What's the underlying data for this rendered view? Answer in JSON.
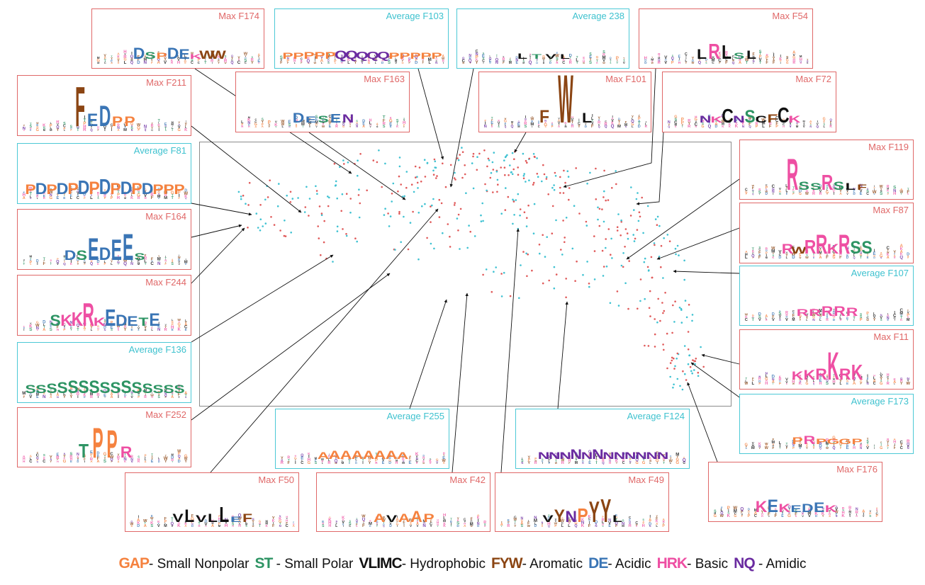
{
  "colors": {
    "max_border": "#e06868",
    "average_border": "#4cc9d6",
    "max_dot": "#e05a5a",
    "average_dot": "#3fc2d2",
    "arrow": "#111111"
  },
  "residue_colors": {
    "G": "#f5823f",
    "A": "#f5823f",
    "P": "#f5823f",
    "S": "#2e9464",
    "T": "#2e9464",
    "V": "#111111",
    "L": "#111111",
    "I": "#111111",
    "M": "#111111",
    "C": "#111111",
    "F": "#8b4513",
    "Y": "#8b4513",
    "W": "#8b4513",
    "D": "#3a75b5",
    "E": "#3a75b5",
    "H": "#ee4fa3",
    "R": "#ee4fa3",
    "K": "#ee4fa3",
    "N": "#6a2ba0",
    "Q": "#6a2ba0"
  },
  "panels": [
    {
      "id": "max-f174",
      "kind": "max",
      "label": "Max F174",
      "big": [
        "D",
        "S",
        "P",
        "D",
        "E",
        "K",
        "W",
        "W"
      ]
    },
    {
      "id": "average-f103",
      "kind": "average",
      "label": "Average F103",
      "big": [
        "P",
        "P",
        "P",
        "P",
        "P",
        "Q",
        "Q",
        "Q",
        "Q",
        "Q",
        "P",
        "P",
        "P",
        "P",
        "P"
      ]
    },
    {
      "id": "average-238",
      "kind": "average",
      "label": "Average 238",
      "big": [
        "L",
        "T",
        "V",
        "L"
      ]
    },
    {
      "id": "max-f54",
      "kind": "max",
      "label": "Max F54",
      "big": [
        "L",
        "R",
        "L",
        "S",
        "L"
      ]
    },
    {
      "id": "max-f211",
      "kind": "max",
      "label": "Max F211",
      "big": [
        "F",
        "E",
        "D",
        "P",
        "P"
      ]
    },
    {
      "id": "max-f163",
      "kind": "max",
      "label": "Max F163",
      "big": [
        "D",
        "E",
        "S",
        "E",
        "N"
      ]
    },
    {
      "id": "max-f101",
      "kind": "max",
      "label": "Max F101",
      "big": [
        "F",
        "W",
        "L"
      ]
    },
    {
      "id": "max-f72",
      "kind": "max",
      "label": "Max F72",
      "big": [
        "N",
        "K",
        "C",
        "N",
        "S",
        "C",
        "F",
        "C",
        "K"
      ]
    },
    {
      "id": "average-f81",
      "kind": "average",
      "label": "Average F81",
      "big": [
        "P",
        "D",
        "P",
        "D",
        "P",
        "D",
        "P",
        "D",
        "P",
        "D",
        "P",
        "D",
        "P",
        "P",
        "P"
      ]
    },
    {
      "id": "max-f119",
      "kind": "max",
      "label": "Max F119",
      "big": [
        "R",
        "S",
        "S",
        "R",
        "S",
        "L",
        "F"
      ]
    },
    {
      "id": "max-f164",
      "kind": "max",
      "label": "Max F164",
      "big": [
        "D",
        "S",
        "E",
        "D",
        "E",
        "E",
        "S"
      ]
    },
    {
      "id": "max-f87",
      "kind": "max",
      "label": "Max F87",
      "big": [
        "R",
        "W",
        "R",
        "R",
        "K",
        "R",
        "S",
        "S"
      ]
    },
    {
      "id": "max-f244",
      "kind": "max",
      "label": "Max F244",
      "big": [
        "S",
        "K",
        "K",
        "R",
        "K",
        "E",
        "D",
        "E",
        "T",
        "E"
      ]
    },
    {
      "id": "average-f107",
      "kind": "average",
      "label": "Average F107",
      "big": [
        "R",
        "R",
        "R",
        "R",
        "R"
      ]
    },
    {
      "id": "average-f136",
      "kind": "average",
      "label": "Average F136",
      "big": [
        "S",
        "S",
        "S",
        "S",
        "S",
        "S",
        "S",
        "S",
        "S",
        "S",
        "S",
        "S",
        "S",
        "S",
        "S"
      ]
    },
    {
      "id": "max-f11",
      "kind": "max",
      "label": "Max F11",
      "big": [
        "K",
        "K",
        "R",
        "K",
        "R",
        "K"
      ]
    },
    {
      "id": "average-f173",
      "kind": "average",
      "label": "Average F173",
      "big": [
        "P",
        "R",
        "P",
        "G",
        "G",
        "P"
      ]
    },
    {
      "id": "max-f252",
      "kind": "max",
      "label": "Max F252",
      "big": [
        "T",
        "P",
        "P",
        "R"
      ]
    },
    {
      "id": "average-f255",
      "kind": "average",
      "label": "Average F255",
      "big": [
        "A",
        "A",
        "A",
        "A",
        "A",
        "A",
        "A",
        "A"
      ]
    },
    {
      "id": "average-f124",
      "kind": "average",
      "label": "Average F124",
      "big": [
        "N",
        "N",
        "N",
        "N",
        "N",
        "N",
        "N",
        "N",
        "N",
        "N",
        "N",
        "N"
      ]
    },
    {
      "id": "max-f176",
      "kind": "max",
      "label": "Max F176",
      "big": [
        "K",
        "E",
        "K",
        "E",
        "D",
        "E",
        "K"
      ]
    },
    {
      "id": "max-f50",
      "kind": "max",
      "label": "Max F50",
      "big": [
        "V",
        "L",
        "V",
        "L",
        "L",
        "E",
        "F"
      ]
    },
    {
      "id": "max-f42",
      "kind": "max",
      "label": "Max F42",
      "big": [
        "A",
        "V",
        "A",
        "A",
        "P"
      ]
    },
    {
      "id": "max-f49",
      "kind": "max",
      "label": "Max F49",
      "big": [
        "V",
        "Y",
        "N",
        "P",
        "Y",
        "Y",
        "L"
      ]
    }
  ],
  "legend": [
    {
      "codes": "GAP",
      "color": "#f5823f",
      "desc": "- Small Nonpolar"
    },
    {
      "codes": "ST",
      "color": "#2e9464",
      "desc": " - Small Polar"
    },
    {
      "codes": "VLIMC",
      "color": "#111111",
      "desc": "- Hydrophobic"
    },
    {
      "codes": "FYW",
      "color": "#8b4513",
      "desc": "- Aromatic"
    },
    {
      "codes": "DE",
      "color": "#3a75b5",
      "desc": "- Acidic"
    },
    {
      "codes": "HRK",
      "color": "#ee4fa3",
      "desc": "- Basic"
    },
    {
      "codes": "NQ",
      "color": "#6a2ba0",
      "desc": " - Amidic"
    }
  ]
}
